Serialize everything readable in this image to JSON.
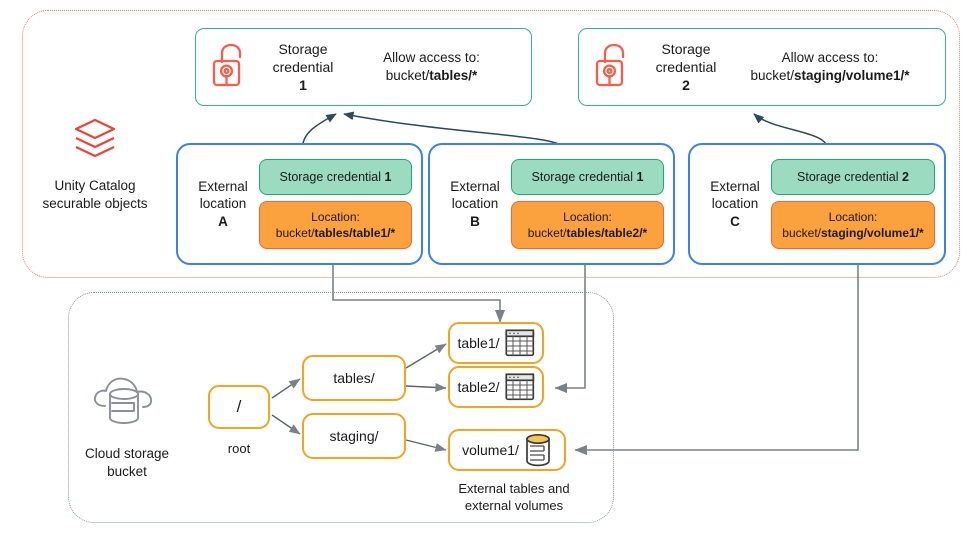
{
  "diagram": {
    "regions": {
      "unity_catalog": "Unity Catalog securable objects region",
      "cloud_storage": "Cloud storage bucket region"
    }
  },
  "rail": {
    "unity_catalog": {
      "icon": "databricks-logo-icon",
      "line1": "Unity Catalog",
      "line2": "securable objects"
    },
    "cloud_storage": {
      "icon": "cloud-database-icon",
      "line1": "Cloud storage",
      "line2": "bucket"
    }
  },
  "credentials": [
    {
      "icon": "open-padlock-icon",
      "title_line1": "Storage",
      "title_line2": "credential",
      "number": "1",
      "access_label": "Allow access to:",
      "access_prefix": "bucket/",
      "access_path": "tables/*"
    },
    {
      "icon": "open-padlock-icon",
      "title_line1": "Storage",
      "title_line2": "credential",
      "number": "2",
      "access_label": "Allow access to:",
      "access_prefix": "bucket/",
      "access_path": "staging/volume1/*"
    }
  ],
  "external_locations": [
    {
      "label_line1": "External",
      "label_line2": "location",
      "name": "A",
      "credential_prefix": "Storage credential ",
      "credential_number": "1",
      "location_label": "Location:",
      "location_prefix": "bucket/",
      "location_path": "tables/table1/*"
    },
    {
      "label_line1": "External",
      "label_line2": "location",
      "name": "B",
      "credential_prefix": "Storage credential ",
      "credential_number": "1",
      "location_label": "Location:",
      "location_prefix": "bucket/",
      "location_path": "tables/table2/*"
    },
    {
      "label_line1": "External",
      "label_line2": "location",
      "name": "C",
      "credential_prefix": "Storage credential ",
      "credential_number": "2",
      "location_label": "Location:",
      "location_prefix": "bucket/",
      "location_path": "staging/volume1/*"
    }
  ],
  "bucket_tree": {
    "root": {
      "text": "/",
      "caption": "root"
    },
    "folders": [
      {
        "text": "tables/"
      },
      {
        "text": "staging/"
      }
    ],
    "leaves": [
      {
        "text": "table1/",
        "icon": "table-grid-icon"
      },
      {
        "text": "table2/",
        "icon": "table-grid-icon"
      },
      {
        "text": "volume1/",
        "icon": "database-cylinder-icon"
      }
    ],
    "leaf_caption_line1": "External tables and",
    "leaf_caption_line2": "external volumes"
  },
  "colors": {
    "credential_border": "#35b58b",
    "external_location_border": "#3b7ff0",
    "credential_chip_fill": "#9bdcc0",
    "credential_chip_border": "#1fa877",
    "location_chip_fill": "#fba13e",
    "location_chip_border": "#f4633a",
    "tree_node_border": "#f6a321",
    "lock_icon": "#fa5c4a",
    "databricks_icon": "#ef4135",
    "uc_region_outline": "#f07a63",
    "cloud_region_outline": "#8a96a8",
    "arrow_gray": "#7b8189",
    "arrow_dark": "#2c4a5a"
  }
}
